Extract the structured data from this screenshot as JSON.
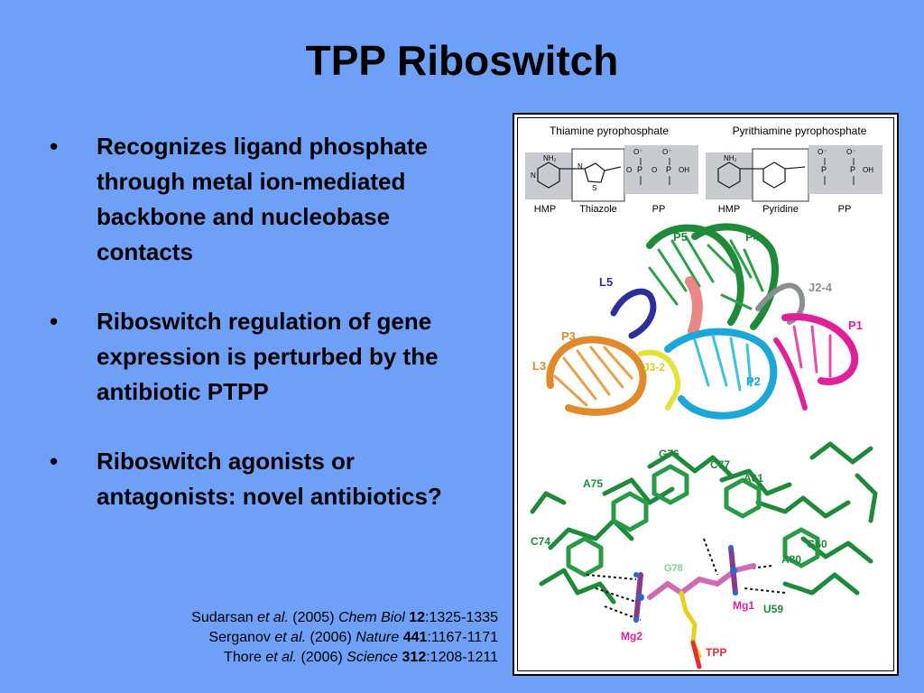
{
  "slide": {
    "title": "TPP Riboswitch"
  },
  "bullets": [
    {
      "marker": "•",
      "text": "Recognizes ligand phosphate through metal ion-mediated backbone and nucleobase contacts"
    },
    {
      "marker": "•",
      "text": "Riboswitch regulation of gene expression is perturbed by the antibiotic PTPP"
    },
    {
      "marker": "•",
      "text": "Riboswitch agonists or antagonists: novel antibiotics?"
    }
  ],
  "references": [
    {
      "author": "Sudarsan",
      "etal": "et al.",
      "year": "(2005)",
      "journal": "Chem Biol",
      "volume": "12",
      "pages": ":1325-1335"
    },
    {
      "author": "Serganov",
      "etal": "et al.",
      "year": "(2006)",
      "journal": "Nature",
      "volume": "441",
      "pages": ":1167-1171"
    },
    {
      "author": "Thore",
      "etal": "et al.",
      "year": "(2006)",
      "journal": "Science",
      "volume": "312",
      "pages": ":1208-1211"
    }
  ],
  "figure": {
    "chem": {
      "title_left": "Thiamine pyrophosphate",
      "title_right": "Pyrithiamine pyrophosphate",
      "labels_left": [
        "HMP",
        "Thiazole",
        "PP"
      ],
      "labels_right": [
        "HMP",
        "Pyridine",
        "PP"
      ],
      "nh2": "NH₂",
      "n": "N",
      "s": "S",
      "p": "P",
      "o": "O",
      "oh": "OH",
      "ominus": "O⁻"
    },
    "structure_labels": {
      "p5": "P5",
      "p4": "P4",
      "l5": "L5",
      "j24": "J2-4",
      "p3": "P3",
      "p1": "P1",
      "l3": "L3",
      "j32": "J3-2",
      "p2": "P2"
    },
    "pocket_labels": {
      "g76": "G76",
      "c77": "C77",
      "a75": "A75",
      "a61": "A61",
      "c74": "C74",
      "g60": "G60",
      "g78": "G78",
      "a80": "A80",
      "mg1": "Mg1",
      "u59": "U59",
      "mg2": "Mg2",
      "tpp": "TPP"
    },
    "colors": {
      "green": "#1f8a3a",
      "blue": "#2c2e9b",
      "gray": "#8a8f94",
      "orange": "#e08a2c",
      "cyan": "#1ba7d8",
      "magenta": "#e0209a",
      "yellow": "#e6e23a",
      "red": "#e03030",
      "pink": "#e46fb0",
      "purple": "#8a3a8a"
    }
  }
}
